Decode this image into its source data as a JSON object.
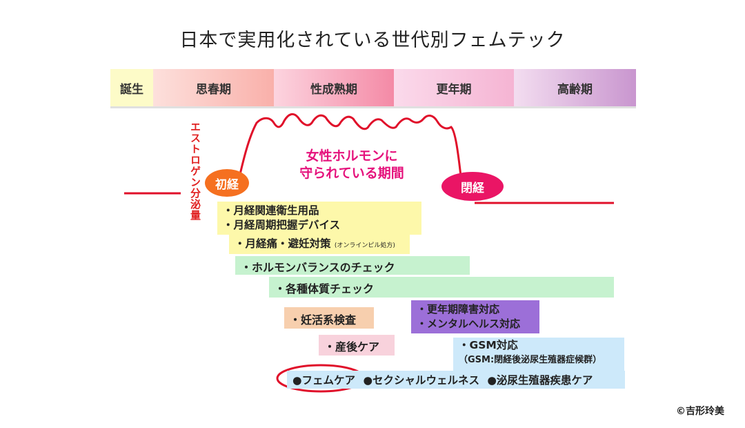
{
  "title": "日本で実用化されている世代別フェムテック",
  "stages": [
    "誕生",
    "思春期",
    "性成熟期",
    "更年期",
    "高齢期"
  ],
  "estrogen_label": "エストロゲン分泌量",
  "hormone_period_label": [
    "女性ホルモンに",
    "守られている期間"
  ],
  "events": {
    "menarche": "初経",
    "menopause": "閉経"
  },
  "boxes": {
    "menstrual_goods": [
      "・月経関連衛生用品",
      "・月経周期把握デバイス"
    ],
    "menstrual_pain": {
      "text": "・月経痛・避妊対策",
      "note": "(オンラインピル処方)"
    },
    "hormone_check": "・ホルモンバランスのチェック",
    "constitution_check": "・各種体質チェック",
    "fertility_test": "・妊活系検査",
    "menopause_care": [
      "・更年期障害対応",
      "・メンタルヘルス対応"
    ],
    "postpartum_care": "・産後ケア",
    "gsm": [
      "・GSM対応",
      "（GSM:閉経後泌尿生殖器症候群）"
    ],
    "categories": [
      "●フェムケア",
      "●セクシャルウェルネス",
      "●泌尿生殖器疾患ケア"
    ]
  },
  "copyright": "©吉形玲美",
  "colors": {
    "estrogen_line": "#e0102a",
    "menarche": "#f57020",
    "menopause": "#ea1565",
    "highlight": "#e0102a"
  }
}
